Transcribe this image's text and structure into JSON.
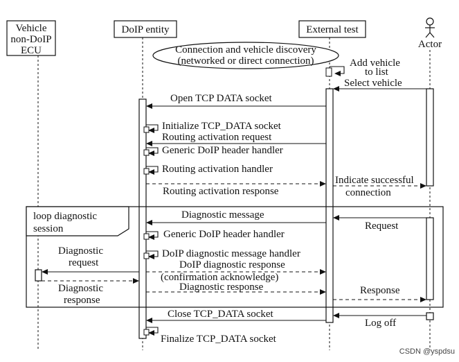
{
  "participants": {
    "ecu": [
      "Vehicle",
      "non-DoIP",
      "ECU"
    ],
    "doip": "DoIP entity",
    "tester": "External test",
    "actor": "Actor"
  },
  "discovery_note": [
    "Connection and vehicle discovery",
    "(networked or direct connection)"
  ],
  "self_messages": {
    "add_vehicle": [
      "Add vehicle",
      "to list"
    ],
    "init_socket": "Initialize TCP_DATA socket",
    "header_handler_1": "Generic DoIP header handler",
    "routing_handler": "Routing activation handler",
    "header_handler_2": "Generic DoIP header handler",
    "diag_handler": "DoIP diagnostic message handler",
    "finalize_socket": "Finalize TCP_DATA socket"
  },
  "messages": {
    "select_vehicle": "Select vehicle",
    "open_socket": "Open TCP DATA socket",
    "routing_request": "Routing activation request",
    "routing_response": "Routing activation response",
    "indicate_success": [
      "Indicate successful",
      "connection"
    ],
    "diag_message": "Diagnostic message",
    "request": "Request",
    "diag_request": [
      "Diagnostic",
      "request"
    ],
    "diag_doip_response": [
      "DoIP diagnostic response",
      "(confirmation acknowledge)"
    ],
    "diag_response": "Diagnostic response",
    "ecu_response": [
      "Diagnostic",
      "response"
    ],
    "response": "Response",
    "close_socket": "Close TCP_DATA socket",
    "log_off": "Log off"
  },
  "loop": {
    "label": [
      "loop diagnostic",
      "session"
    ]
  },
  "watermark": "CSDN @yspdsu"
}
